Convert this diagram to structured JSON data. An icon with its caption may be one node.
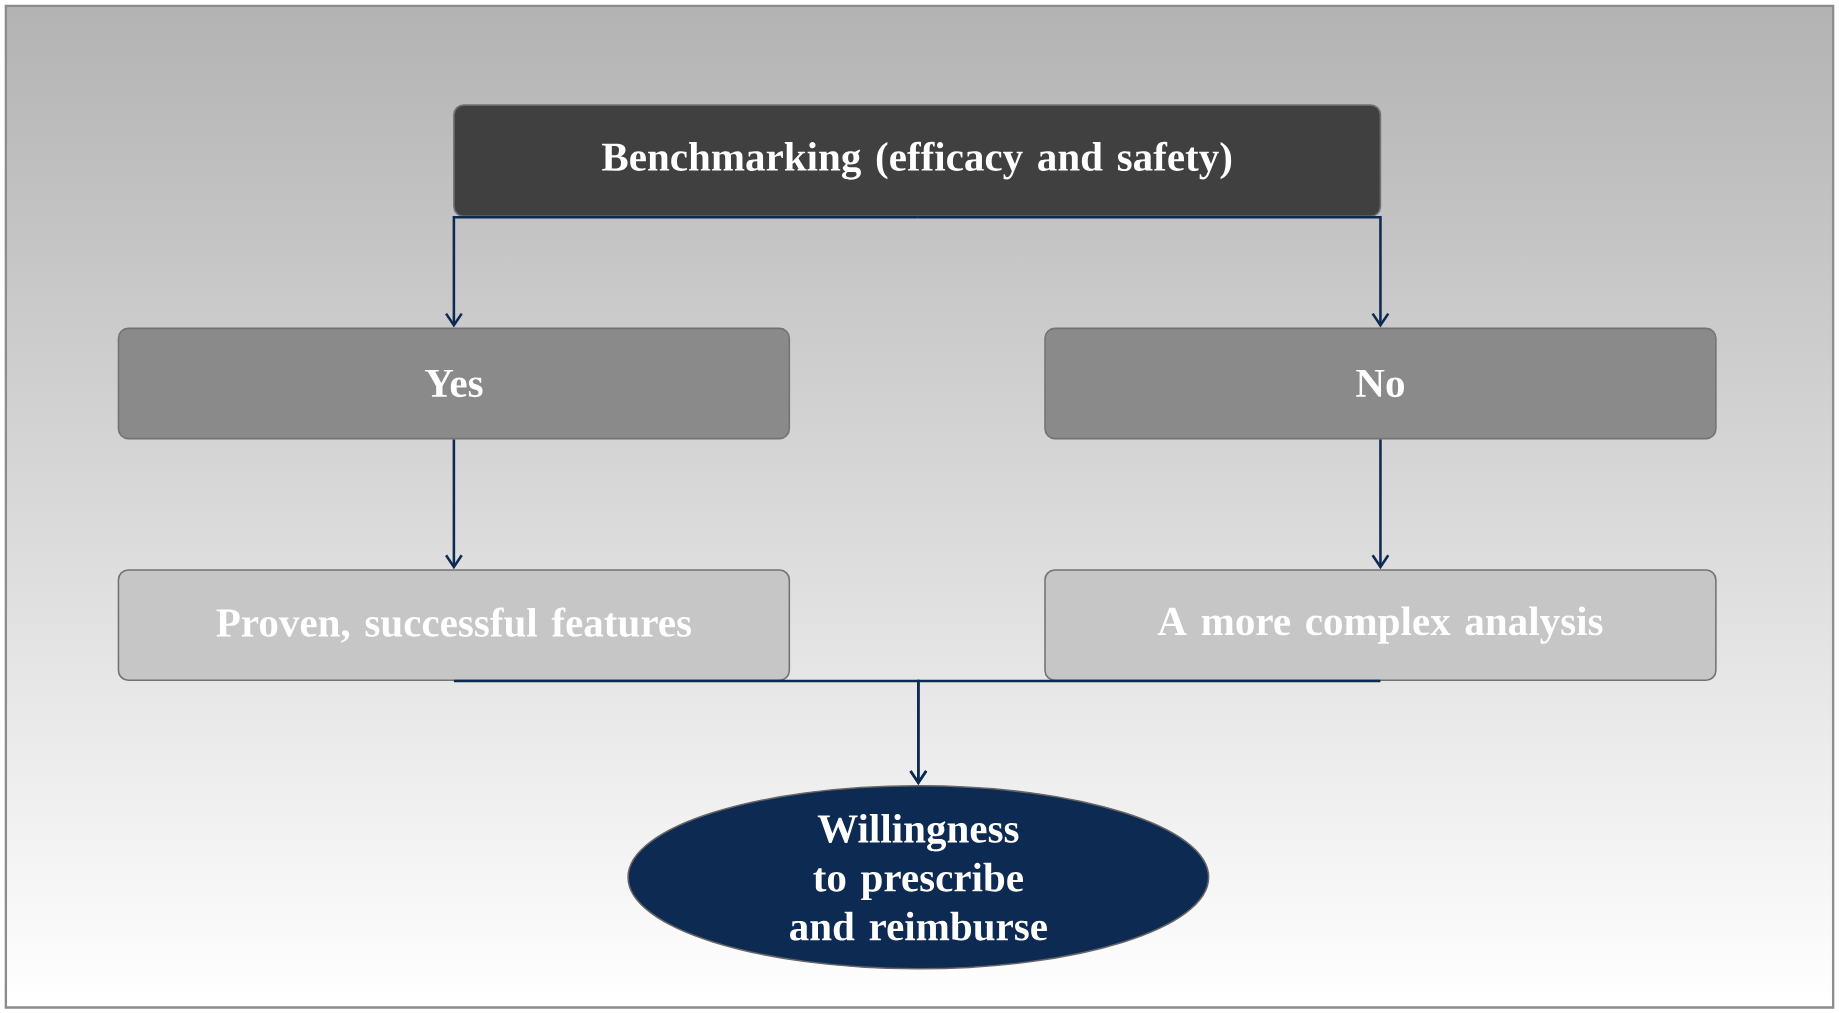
{
  "diagram": {
    "nodes": [
      {
        "text": [
          "Benchmarking (efficacy and safety)"
        ]
      },
      {
        "text": [
          "Yes"
        ]
      },
      {
        "text": [
          "No"
        ]
      },
      {
        "text": [
          "Proven, successful features"
        ]
      },
      {
        "text": [
          "A more complex analysis"
        ]
      },
      {
        "text": [
          "Willingness to prescribe and reimburse"
        ]
      }
    ],
    "edges": [
      {
        "from": 0,
        "to": 1,
        "arrow": "to"
      },
      {
        "from": 0,
        "to": 2,
        "arrow": "to"
      },
      {
        "from": 1,
        "to": 3,
        "arrow": "to"
      },
      {
        "from": 2,
        "to": 4,
        "arrow": "to"
      },
      {
        "from": 3,
        "to": 5,
        "arrow": "to"
      },
      {
        "from": 4,
        "to": 5,
        "arrow": "to"
      }
    ]
  }
}
